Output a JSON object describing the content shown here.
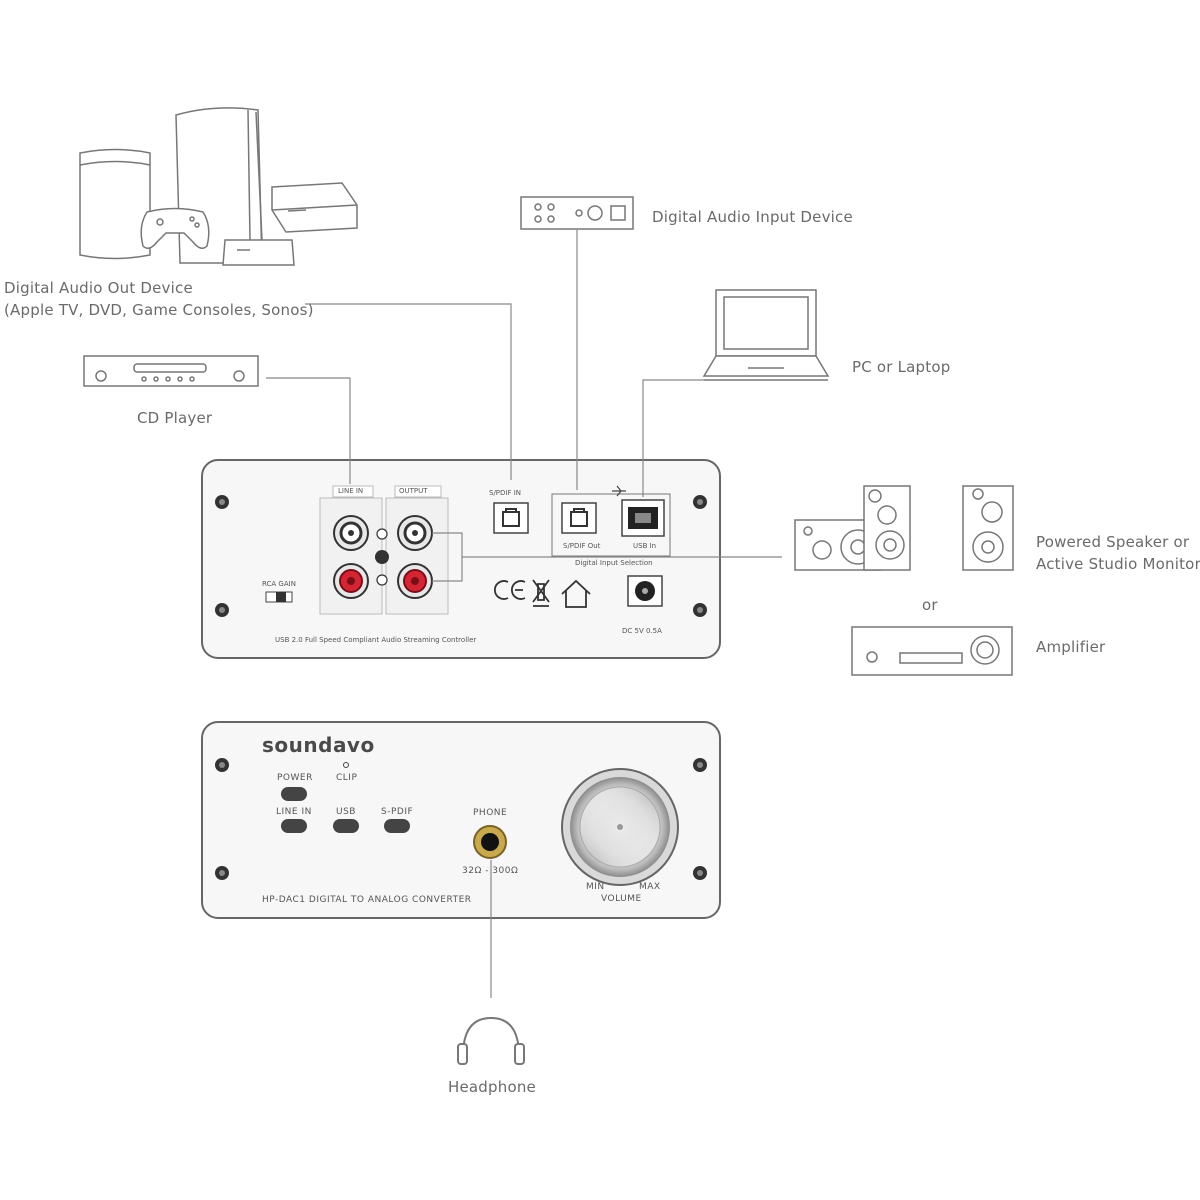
{
  "devices": {
    "digital_out": {
      "line1": "Digital Audio Out Device",
      "line2": "(Apple TV, DVD, Game Consoles, Sonos)"
    },
    "cd_player": "CD Player",
    "digital_in": "Digital Audio Input Device",
    "pc": "PC or Laptop",
    "speaker": {
      "line1": "Powered Speaker or",
      "line2": "Active Studio Monitor"
    },
    "or": "or",
    "amplifier": "Amplifier",
    "headphone": "Headphone"
  },
  "front_panel": {
    "brand": "soundavo",
    "power": "POWER",
    "clip": "CLIP",
    "line_in": "LINE IN",
    "usb": "USB",
    "spdif": "S-PDIF",
    "phone": "PHONE",
    "impedance": "32Ω - 300Ω",
    "min": "MIN",
    "max": "MAX",
    "volume": "VOLUME",
    "model": "HP-DAC1  DIGITAL TO ANALOG CONVERTER"
  },
  "back_panel": {
    "line_in": "LINE IN",
    "output": "OUTPUT",
    "spdif_in": "S/PDIF IN",
    "spdif_out": "S/PDIF Out",
    "usb_in": "USB In",
    "digital_input_selection": "Digital Input Selection",
    "dc": "DC  5V  0.5A",
    "gain": "RCA GAIN",
    "caption": "USB 2.0 Full Speed Compliant Audio Streaming Controller"
  }
}
